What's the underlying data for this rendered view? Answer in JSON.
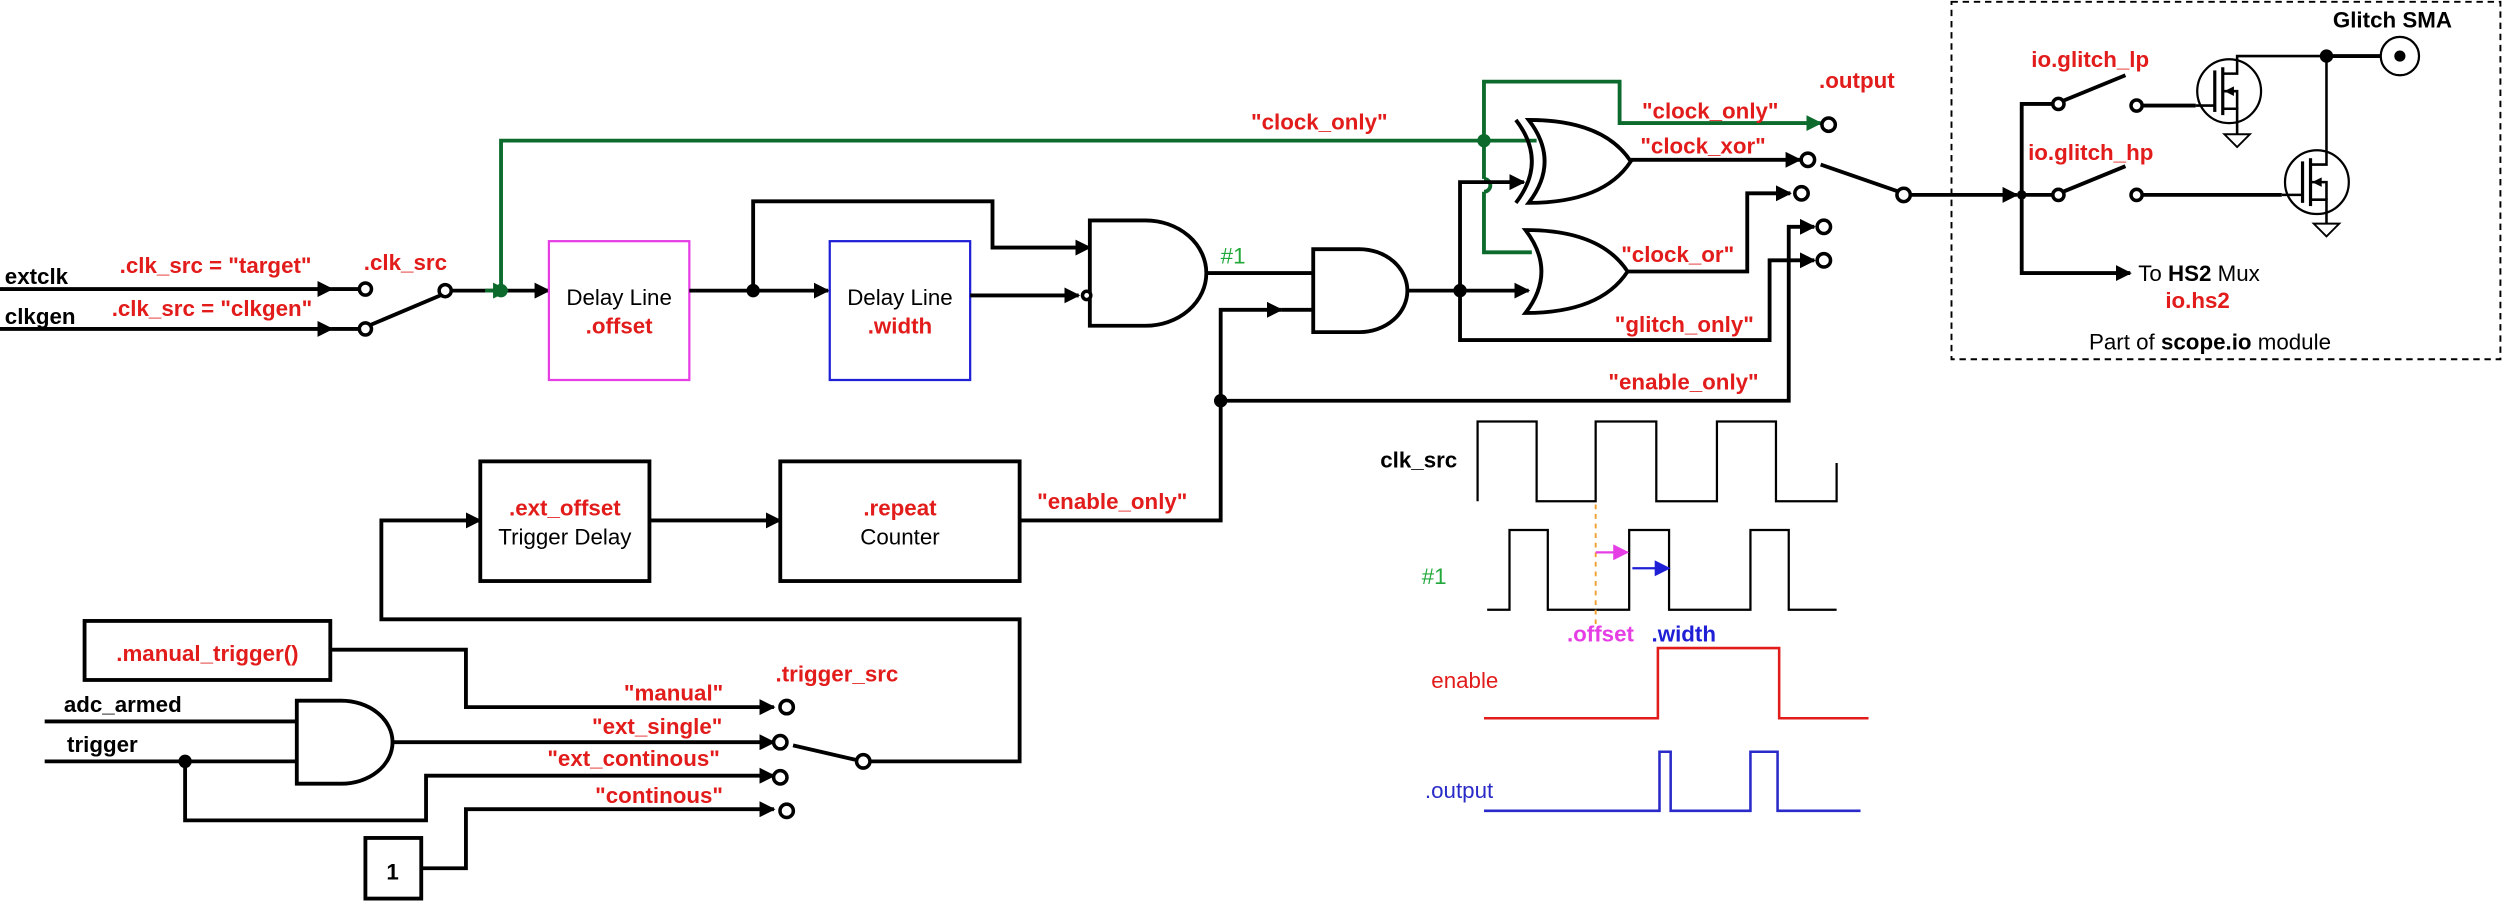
{
  "inputs": {
    "extclk": "extclk",
    "clkgen": "clkgen",
    "adc_armed": "adc_armed",
    "trigger": "trigger",
    "const_one": "1"
  },
  "clk_mux": {
    "opt_target": ".clk_src = \"target\"",
    "opt_clkgen": ".clk_src = \"clkgen\"",
    "name": ".clk_src"
  },
  "delay_offset": {
    "title": "Delay Line",
    "param": ".offset"
  },
  "delay_width": {
    "title": "Delay Line",
    "param": ".width"
  },
  "node_label": "#1",
  "output_mux": {
    "name": ".output",
    "opt_clock_only": "\"clock_only\"",
    "opt_clock_xor": "\"clock_xor\"",
    "opt_clock_or": "\"clock_or\"",
    "opt_glitch_only": "\"glitch_only\"",
    "opt_enable_only": "\"enable_only\""
  },
  "clock_only_wire_label": "\"clock_only\"",
  "enable_only_wire_label": "\"enable_only\"",
  "ext_offset_block": {
    "param": ".ext_offset",
    "title": "Trigger Delay"
  },
  "repeat_block": {
    "param": ".repeat",
    "title": "Counter"
  },
  "manual_trigger_block": ".manual_trigger()",
  "trigger_mux": {
    "name": ".trigger_src",
    "opt_manual": "\"manual\"",
    "opt_ext_single": "\"ext_single\"",
    "opt_ext_continous": "\"ext_continous\"",
    "opt_continous": "\"continous\""
  },
  "scope_io": {
    "glitch_sma": "Glitch SMA",
    "glitch_lp": "io.glitch_lp",
    "glitch_hp": "io.glitch_hp",
    "to_text": "To ",
    "hs2_bold": "HS2",
    "mux_text": " Mux",
    "hs2_param": "io.hs2",
    "module_prefix": "Part of ",
    "module_bold": "scope.io",
    "module_suffix": " module"
  },
  "timing": {
    "clk_src": "clk_src",
    "node1": "#1",
    "offset": ".offset",
    "width": ".width",
    "enable": "enable",
    "output": ".output"
  },
  "colors": {
    "red_label": "#e21b1b",
    "green_wire": "#0b6a2c",
    "green_label": "#22a83a",
    "magenta": "#e53ee5",
    "blue": "#1f1fd6",
    "orange_dashed": "#f0a030",
    "enable_waveform": "#e21b1b",
    "output_waveform": "#2a2ac8"
  }
}
